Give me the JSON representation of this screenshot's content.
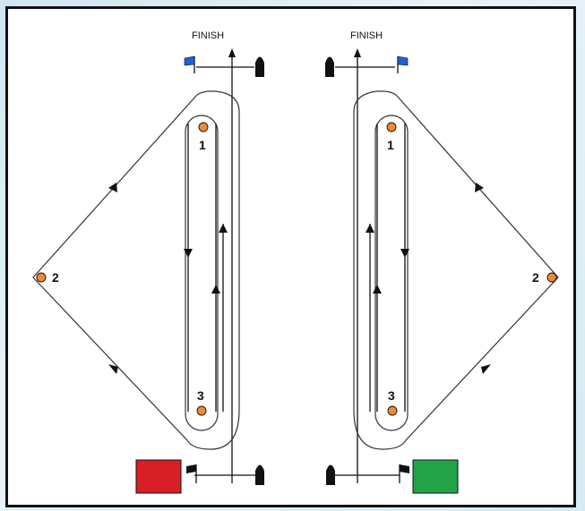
{
  "left_course": {
    "finish_label": "FINISH",
    "marks": [
      "1",
      "2",
      "3"
    ],
    "flag_color": "#d61f26",
    "finish_flag_color": "#1f5fd6"
  },
  "right_course": {
    "finish_label": "FINISH",
    "marks": [
      "1",
      "2",
      "3"
    ],
    "flag_color": "#22a34a",
    "finish_flag_color": "#1f5fd6"
  },
  "colors": {
    "mark": "#f08a30",
    "line": "#111111",
    "background": "#ffffff"
  },
  "icons": [
    "boat-icon",
    "flag-icon",
    "buoy-icon",
    "arrow-icon"
  ]
}
